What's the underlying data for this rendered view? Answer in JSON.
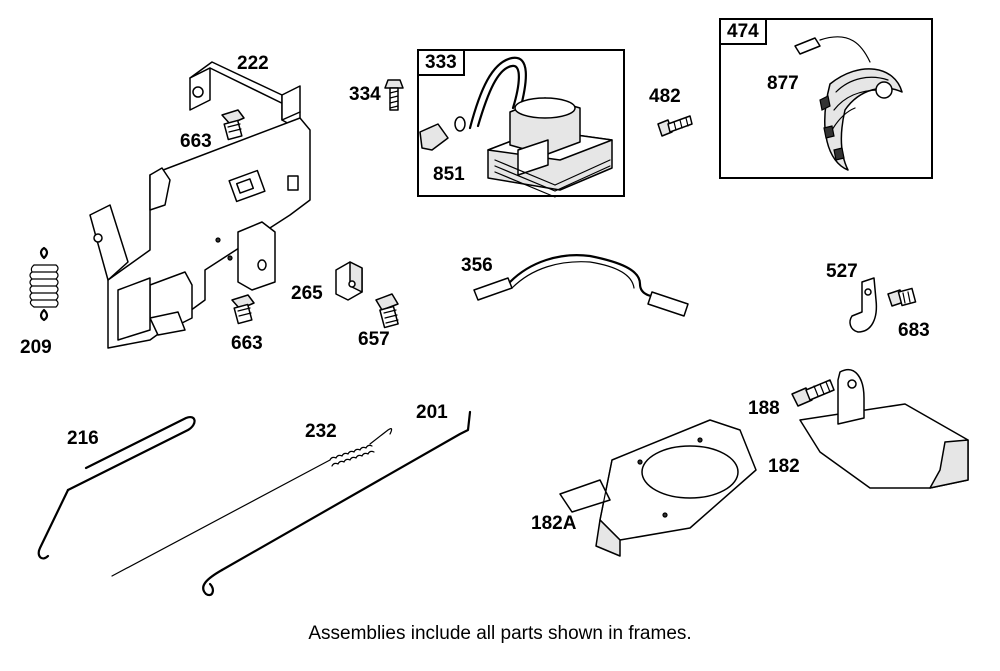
{
  "parts": {
    "p222": "222",
    "p663a": "663",
    "p663b": "663",
    "p209": "209",
    "p334": "334",
    "p851": "851",
    "p482": "482",
    "p877": "877",
    "p265": "265",
    "p657": "657",
    "p356": "356",
    "p527": "527",
    "p683": "683",
    "p216": "216",
    "p232": "232",
    "p201": "201",
    "p188": "188",
    "p182": "182",
    "p182a": "182A"
  },
  "frames": {
    "armature_frame_tag": "333",
    "coil_frame_tag": "474"
  },
  "caption": "Assemblies include all parts shown in frames."
}
